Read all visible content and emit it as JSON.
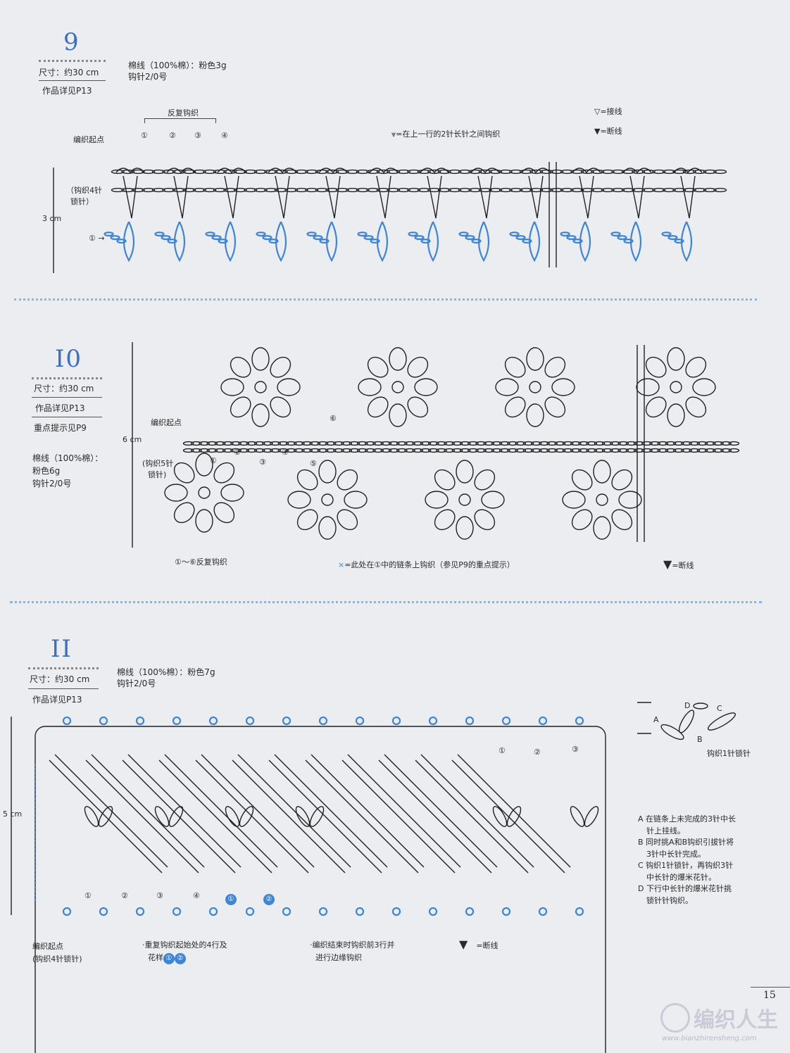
{
  "section9": {
    "number": "9",
    "size": "尺寸：约30 cm",
    "detail": "作品详见P13",
    "yarn": "棉线（100%棉）：粉色3g",
    "hook": "钩针2/0号",
    "repeat_label": "反复钩织",
    "start_label": "编织起点",
    "chain_note_1": "（钩织4针",
    "chain_note_2": "锁针）",
    "height": "3 cm",
    "row_markers": [
      "①",
      "②",
      "③",
      "④"
    ],
    "row1_marker": "① →",
    "legend_join": "=接线",
    "legend_cut": "=断线",
    "legend_between": "=在上一行的2针长针之间钩织"
  },
  "section10": {
    "number": "I0",
    "size": "尺寸：约30 cm",
    "detail": "作品详见P13",
    "tip": "重点提示见P9",
    "yarn_1": "棉线（100%棉）：",
    "yarn_2": "粉色6g",
    "hook": "钩针2/0号",
    "start_label": "编织起点",
    "chain_note_1": "(钩织5针",
    "chain_note_2": "锁针)",
    "height": "6 cm",
    "row_markers": [
      "①",
      "②",
      "③",
      "④",
      "⑤",
      "⑥"
    ],
    "repeat_note": "①～⑥反复钩织",
    "x_note": "=此处在①中的链条上钩织（参见P9的重点提示）",
    "legend_cut": "=断线"
  },
  "section11": {
    "number": "II",
    "size": "尺寸：约30 cm",
    "detail": "作品详见P13",
    "yarn": "棉线（100%棉）：粉色7g",
    "hook": "钩针2/0号",
    "height": "5 cm",
    "top_markers": [
      "①",
      "②",
      "③"
    ],
    "bottom_markers": [
      "①",
      "②",
      "③",
      "④"
    ],
    "bottom_filled_markers": [
      "①",
      "②"
    ],
    "start_label_1": "编织起点",
    "start_label_2": "(钩织4针锁针)",
    "note_repeat_1": "·重复钩织起始处的4行及",
    "note_repeat_2": "花样",
    "note_end_1": "·编织结束时钩织前3行并",
    "note_end_2": "进行边缘钩织",
    "legend_cut": "=断线",
    "inset_labels": [
      "A",
      "B",
      "C",
      "D"
    ],
    "inset_caption": "钩织1针锁针",
    "steps": [
      "A 在链条上未完成的3针中长",
      "针上挂线。",
      "B 同时挑A和B钩织引拔针将",
      "3针中长针完成。",
      "C 钩织1针锁针，再钩织3针",
      "中长针的爆米花针。",
      "D 下行中长针的爆米花针挑",
      "锁针针钩织。"
    ]
  },
  "page_number": "15",
  "watermark": {
    "brand": "编织人生",
    "url": "www.bianzhirensheng.com"
  }
}
